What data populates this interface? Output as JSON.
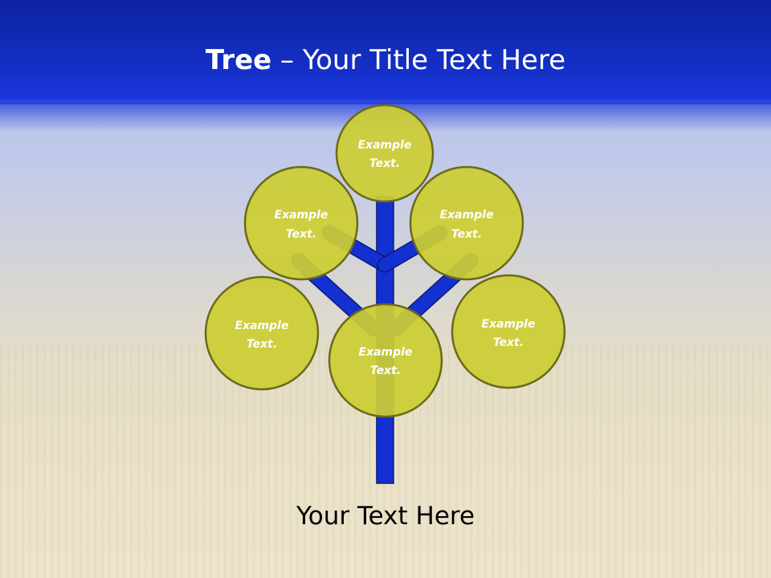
{
  "title": {
    "bold": "Tree",
    "dash": " – ",
    "rest": "Your Title Text Here"
  },
  "nodes": [
    {
      "line1": "Example",
      "line2": "Text."
    },
    {
      "line1": "Example",
      "line2": "Text."
    },
    {
      "line1": "Example",
      "line2": "Text."
    },
    {
      "line1": "Example",
      "line2": "Text."
    },
    {
      "line1": "Example",
      "line2": "Text."
    },
    {
      "line1": "Example",
      "line2": "Text."
    }
  ],
  "bottom_text": "Your Text Here",
  "colors": {
    "header": "#1530c9",
    "branch": "#1530d0",
    "branch_outline": "#0a1a7a",
    "node_fill": "#cccd34",
    "node_outline": "#6a6a1a"
  }
}
